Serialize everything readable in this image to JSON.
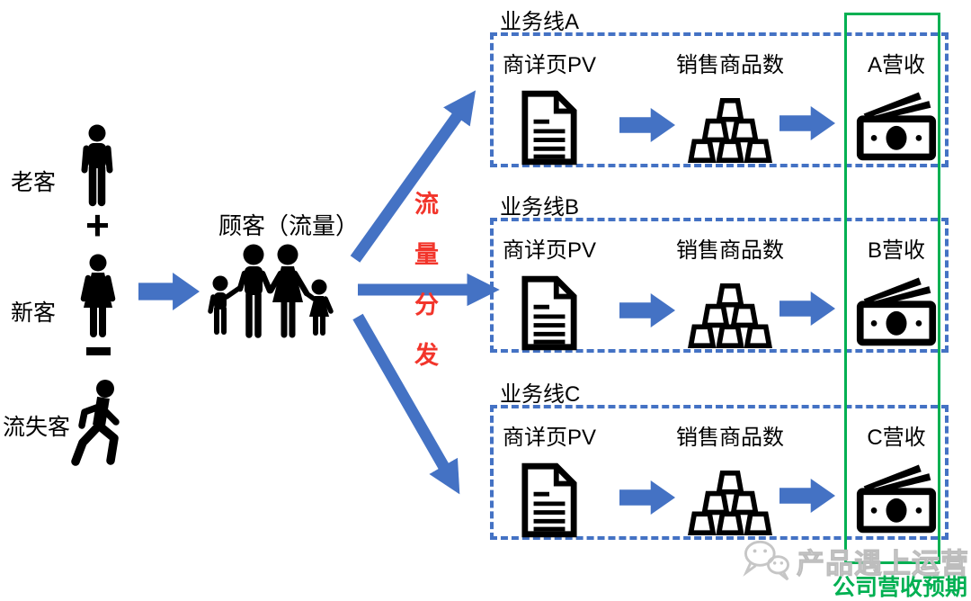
{
  "colors": {
    "accent_blue": "#4472C4",
    "alert_red": "#F2352B",
    "brand_green": "#00B052",
    "ink": "#000000",
    "watermark_gray": "#C6C6C6"
  },
  "source_group": {
    "old_customer_label": "老客",
    "plus_operator": "+",
    "new_customer_label": "新客",
    "minus_operator": "−",
    "churned_customer_label": "流失客"
  },
  "hub": {
    "title": "顾客（流量）"
  },
  "distribution": {
    "label_chars": [
      "流",
      "量",
      "分",
      "发"
    ]
  },
  "business_lines": [
    {
      "title": "业务线A",
      "pv_label": "商详页PV",
      "sales_label": "销售商品数",
      "revenue_label": "A营收"
    },
    {
      "title": "业务线B",
      "pv_label": "商详页PV",
      "sales_label": "销售商品数",
      "revenue_label": "B营收"
    },
    {
      "title": "业务线C",
      "pv_label": "商详页PV",
      "sales_label": "销售商品数",
      "revenue_label": "C营收"
    }
  ],
  "revenue_highlight": {
    "caption": "公司营收预期"
  },
  "watermark": {
    "brand": "产品遇上运营"
  },
  "icons": {
    "man-standing-icon": "black silhouette of standing man",
    "woman-standing-icon": "black silhouette of standing woman in dress",
    "man-walking-icon": "black silhouette of walking man",
    "family-icon": "black silhouette of family of four holding hands",
    "right-arrow-icon": "blue block arrow pointing right",
    "document-icon": "page with folded corner and text lines",
    "gold-bars-icon": "pyramid stack of six gold ingots",
    "money-icon": "banknote with fanned bills",
    "wechat-icon": "two chat bubbles with faces"
  }
}
